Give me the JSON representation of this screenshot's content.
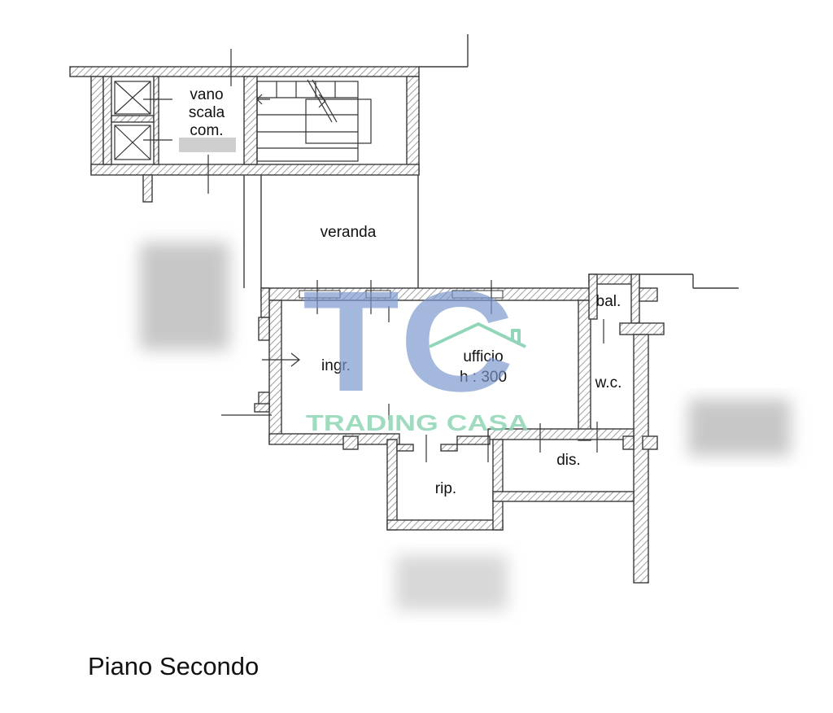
{
  "plan": {
    "title": "Piano Secondo",
    "rooms": {
      "stair_line1": "vano",
      "stair_line2": "scala",
      "stair_line3": "com.",
      "veranda": "veranda",
      "balcony": "bal.",
      "entrance": "ingr.",
      "office": "ufficio",
      "office_height": "h : 300",
      "wc": "w.c.",
      "hall": "dis.",
      "storage": "rip."
    }
  },
  "watermark": {
    "monogram": "TC",
    "brand": "TRADING CASA",
    "colors": {
      "monogram": "#7a96cc",
      "brand": "#8fd6b4",
      "roof": "#7fd0ad"
    }
  },
  "colors": {
    "wall_outline": "#3a3a3a",
    "hatch": "#888888"
  }
}
